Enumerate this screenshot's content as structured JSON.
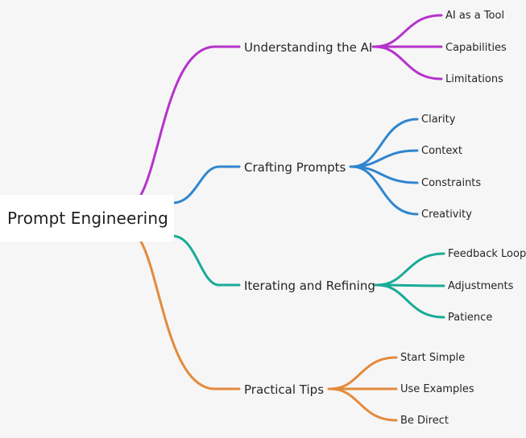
{
  "root": {
    "label": "Prompt Engineering"
  },
  "branches": [
    {
      "label": "Understanding the AI",
      "color": "#b532cc",
      "children": [
        "AI as a Tool",
        "Capabilities",
        "Limitations"
      ]
    },
    {
      "label": "Crafting Prompts",
      "color": "#2f86cf",
      "children": [
        "Clarity",
        "Context",
        "Constraints",
        "Creativity"
      ]
    },
    {
      "label": "Iterating and Refining",
      "color": "#1aab97",
      "children": [
        "Feedback Loop",
        "Adjustments",
        "Patience"
      ]
    },
    {
      "label": "Practical Tips",
      "color": "#e48a3c",
      "children": [
        "Start Simple",
        "Use Examples",
        "Be Direct"
      ]
    }
  ]
}
